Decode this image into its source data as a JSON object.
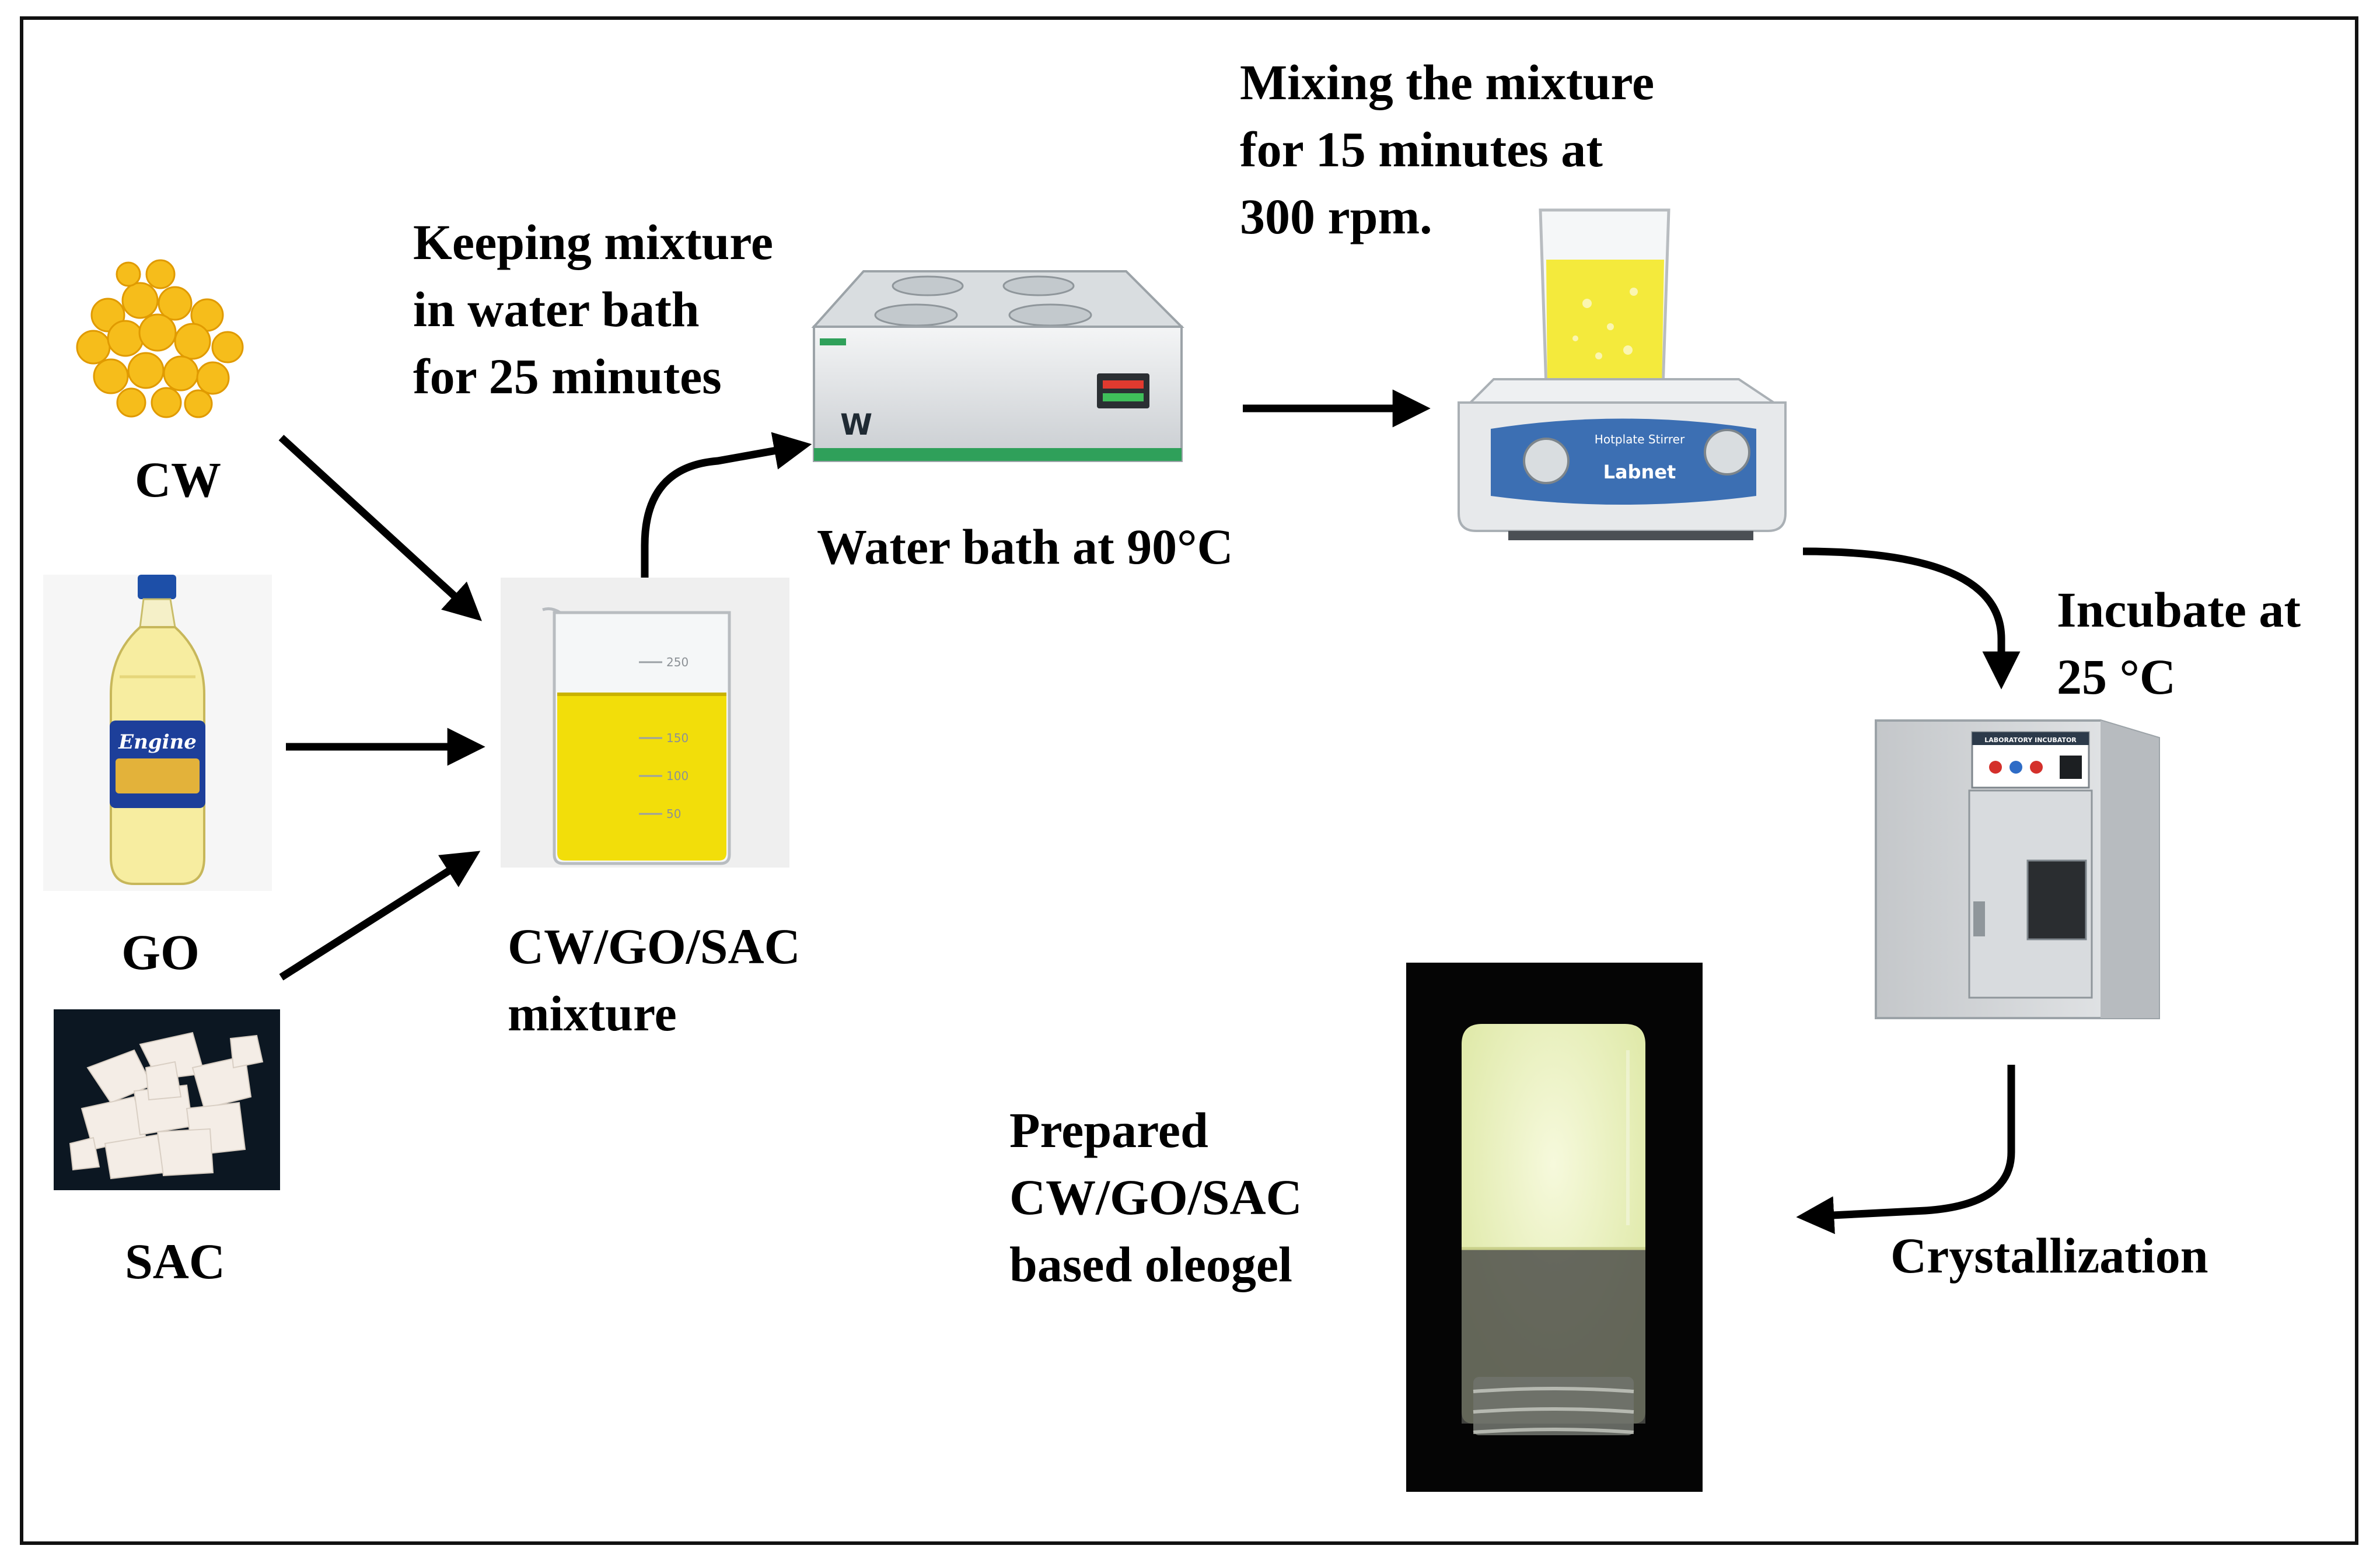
{
  "diagram": {
    "inputs": {
      "cw": "CW",
      "go": "GO",
      "sac": "SAC"
    },
    "mixture_label": "CW/GO/SAC\nmixture",
    "water_bath_step": "Keeping mixture\nin water bath\nfor 25 minutes",
    "water_bath_label": "Water bath at 90°C",
    "stirring_step": "Mixing the mixture\nfor 15 minutes at\n300 rpm.",
    "incubate_step": "Incubate at\n25 °C",
    "crystallization_label": "Crystallization",
    "product_label": "Prepared\nCW/GO/SAC\nbased oleogel",
    "images": {
      "water_bath_logo": "W",
      "stirrer_brand": "Labnet",
      "stirrer_model": "Hotplate Stirrer",
      "incubator_panel": "LABORATORY INCUBATOR",
      "bottle_brand": "Engine",
      "beaker_marks": [
        "250",
        "150",
        "100",
        "50"
      ]
    }
  },
  "colors": {
    "oil_yellow": "#f2de0a",
    "wax_yellow": "#f7c21a",
    "gel_cream": "#eef3c8",
    "stirrer_blue": "#3c6fb3",
    "bath_green": "#2fa05a",
    "arrow": "#000000"
  }
}
